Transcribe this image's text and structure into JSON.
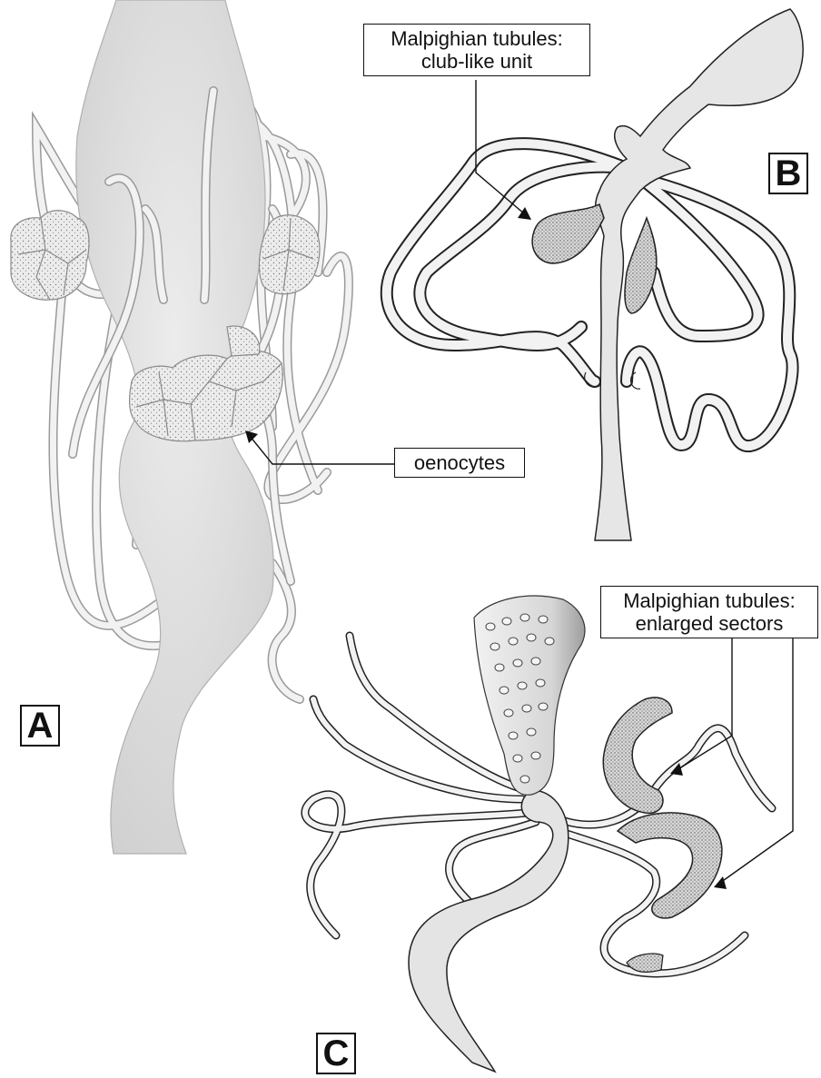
{
  "panels": {
    "a": {
      "letter": "A"
    },
    "b": {
      "letter": "B"
    },
    "c": {
      "letter": "C"
    }
  },
  "labels": {
    "club_unit": {
      "line1": "Malpighian tubules:",
      "line2": "club-like unit"
    },
    "oenocytes": {
      "text": "oenocytes"
    },
    "enlarged_sectors": {
      "line1": "Malpighian tubules:",
      "line2": "enlarged sectors"
    }
  },
  "colors": {
    "gut_fill": "#e8e8e8",
    "gut_shade": "#c4c4c4",
    "tubule_fill": "#efefef",
    "outline": "#1a1a1a",
    "light_outline": "#8a8a8a"
  }
}
